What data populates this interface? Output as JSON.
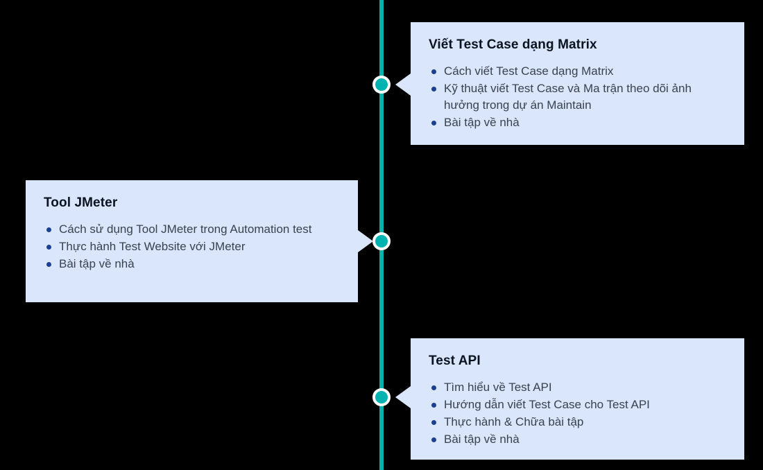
{
  "theme": {
    "background": "#000000",
    "spine_color": "#00b3b0",
    "marker_fill": "#00b3b0",
    "marker_ring": "#ffffff",
    "card_background": "#d9e6fb",
    "title_color": "#0c1320",
    "body_color": "#39424e",
    "bullet_color": "#1c3f94"
  },
  "timeline": {
    "nodes": [
      {
        "id": "node-1",
        "side": "right",
        "title": "Viết Test Case dạng Matrix",
        "items": [
          "Cách viết Test Case dạng Matrix",
          "Kỹ thuật viết Test Case và Ma trận theo dõi ảnh hưởng trong dự án Maintain",
          "Bài tập về nhà"
        ]
      },
      {
        "id": "node-2",
        "side": "left",
        "title": "Tool JMeter",
        "items": [
          "Cách sử dụng Tool JMeter trong Automation test",
          "Thực hành Test Website với JMeter",
          "Bài tập về nhà"
        ]
      },
      {
        "id": "node-3",
        "side": "right",
        "title": "Test API",
        "items": [
          "Tìm hiểu về Test API",
          "Hướng dẫn viết Test Case cho Test API",
          "Thực hành & Chữa bài tập",
          "Bài tập về nhà"
        ]
      }
    ]
  }
}
